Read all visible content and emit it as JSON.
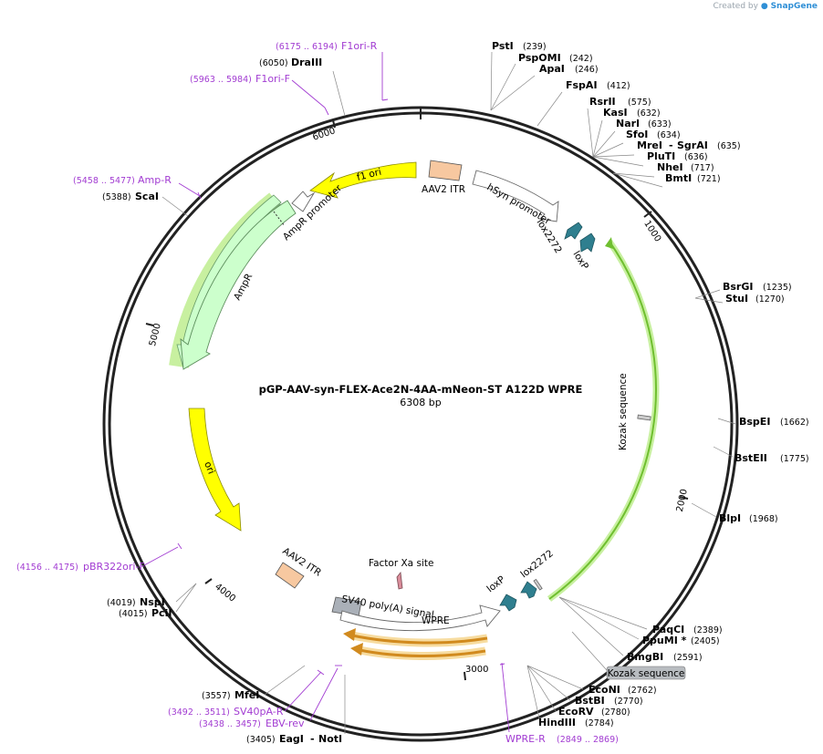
{
  "watermark": {
    "prefix": "Created by",
    "brand": "SnapGene"
  },
  "plasmid": {
    "name": "pGP-AAV-syn-FLEX-Ace2N-4AA-mNeon-ST A122D WPRE",
    "length_label": "6308 bp"
  },
  "ticks": [
    "1000",
    "2000",
    "3000",
    "4000",
    "5000",
    "6000"
  ],
  "sites_right": [
    {
      "name": "PstI",
      "pos": "(239)"
    },
    {
      "name": "PspOMI",
      "pos": "(242)"
    },
    {
      "name": "ApaI",
      "pos": "(246)"
    },
    {
      "name": "FspAI",
      "pos": "(412)"
    },
    {
      "name": "RsrII",
      "pos": "(575)"
    },
    {
      "name": "KasI",
      "pos": "(632)"
    },
    {
      "name": "NarI",
      "pos": "(633)"
    },
    {
      "name": "SfoI",
      "pos": "(634)"
    },
    {
      "name": "MreI",
      "name2": "SgrAI",
      "pos": "(635)"
    },
    {
      "name": "PluTI",
      "pos": "(636)"
    },
    {
      "name": "NheI",
      "pos": "(717)"
    },
    {
      "name": "BmtI",
      "pos": "(721)"
    },
    {
      "name": "BsrGI",
      "pos": "(1235)"
    },
    {
      "name": "StuI",
      "pos": "(1270)"
    },
    {
      "name": "BspEI",
      "pos": "(1662)"
    },
    {
      "name": "BstEII",
      "pos": "(1775)"
    },
    {
      "name": "BlpI",
      "pos": "(1968)"
    },
    {
      "name": "PaqCI",
      "pos": "(2389)"
    },
    {
      "name": "PpuMI *",
      "pos": "(2405)"
    },
    {
      "name": "BmgBI",
      "pos": "(2591)"
    },
    {
      "name": "EcoNI",
      "pos": "(2762)"
    },
    {
      "name": "BstBI",
      "pos": "(2770)"
    },
    {
      "name": "EcoRV",
      "pos": "(2780)"
    },
    {
      "name": "HindIII",
      "pos": "(2784)"
    }
  ],
  "sites_left": [
    {
      "name": "DraIII",
      "pos": "(6050)"
    },
    {
      "name": "ScaI",
      "pos": "(5388)"
    },
    {
      "name": "NspI",
      "pos": "(4019)"
    },
    {
      "name": "PciI",
      "pos": "(4015)"
    },
    {
      "name": "MfeI",
      "pos": "(3557)"
    },
    {
      "name": "EagI",
      "name2": "NotI",
      "pos": "(3405)"
    }
  ],
  "primers": [
    {
      "name": "F1ori-R",
      "pos": "(6175 .. 6194)"
    },
    {
      "name": "F1ori-F",
      "pos": "(5963 .. 5984)"
    },
    {
      "name": "Amp-R",
      "pos": "(5458 .. 5477)"
    },
    {
      "name": "pBR322ori-F",
      "pos": "(4156 .. 4175)"
    },
    {
      "name": "SV40pA-R",
      "pos": "(3492 .. 3511)"
    },
    {
      "name": "EBV-rev",
      "pos": "(3438 .. 3457)"
    },
    {
      "name": "WPRE-R",
      "pos": "(2849 .. 2869)"
    }
  ],
  "features": {
    "aav2_itr_top": "AAV2 ITR",
    "hsyn": "hSyn promoter",
    "lox2272_top": "lox2272",
    "loxp_top": "loxP",
    "kozak": "Kozak sequence",
    "kozak_callout": "Kozak sequence",
    "f1ori": "f1 ori",
    "ampr_promoter": "AmpR promoter",
    "ampr": "AmpR",
    "ori": "ori",
    "aav2_itr_bottom": "AAV2 ITR",
    "factor_xa": "Factor Xa site",
    "sv40": "SV40 poly(A) signal",
    "wpre": "WPRE",
    "loxp_bottom": "loxP",
    "lox2272_bottom": "lox2272"
  },
  "colors": {
    "backbone": "#222222",
    "primer": "#a23cd2",
    "itr": "#f7c8a0",
    "f1ori": "#ffff00",
    "ampr": "#ccffcc",
    "ori": "#ffff00",
    "lox": "#2f7f8f",
    "insert": "#7dcf3a",
    "orf_glow": "#f0a23a",
    "sv40": "#aab0b8",
    "xa": "#d98c9a"
  }
}
